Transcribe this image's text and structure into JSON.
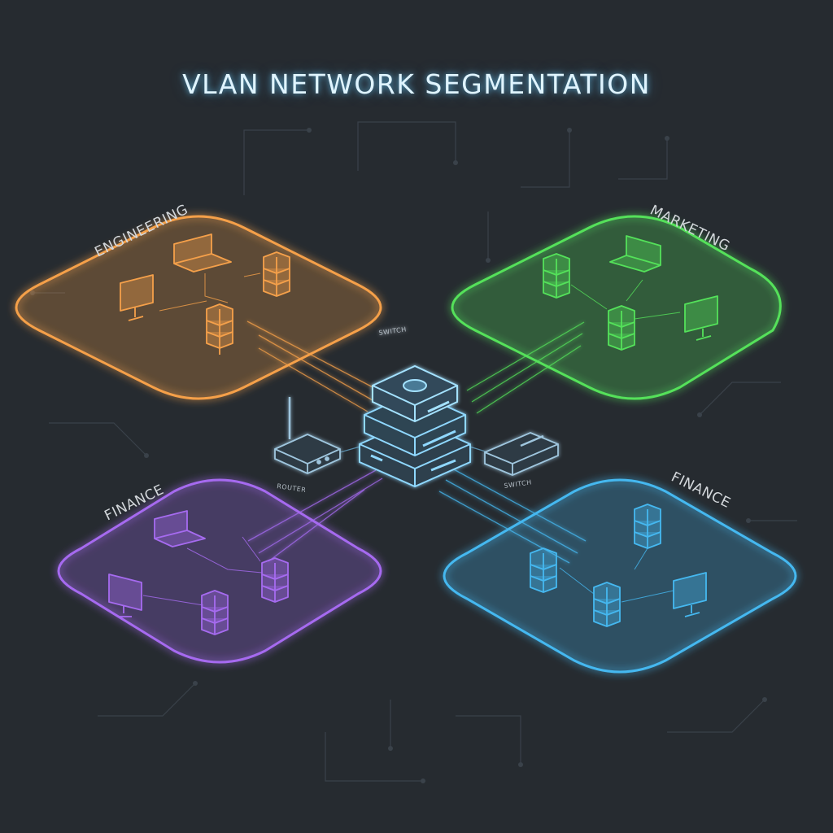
{
  "title": "VLAN NETWORK SEGMENTATION",
  "zones": [
    {
      "label": "ENGINEERING",
      "color": "#f5a04a"
    },
    {
      "label": "MARKETING",
      "color": "#54e15a"
    },
    {
      "label": "FINANCE",
      "color": "#a66bf0"
    },
    {
      "label": "FINANCE",
      "color": "#45b8f0"
    }
  ],
  "core": {
    "label": "SWITCH",
    "color": "#8fd8ff"
  },
  "router": {
    "label": "ROUTER"
  },
  "switch": {
    "label": "SWITCH"
  },
  "icons": {
    "monitor": "monitor-icon",
    "laptop": "laptop-icon",
    "server": "server-icon",
    "router": "router-icon",
    "switch": "switch-icon"
  }
}
